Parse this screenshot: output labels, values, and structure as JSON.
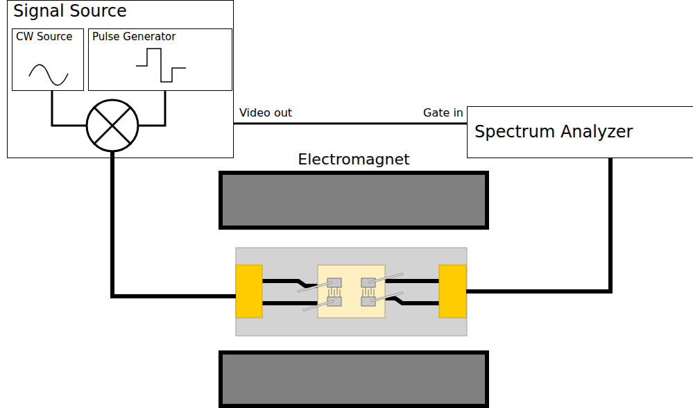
{
  "diagram": {
    "nodes": [
      {
        "text": [
          "Signal Source"
        ]
      },
      {
        "text": [
          "CW Source"
        ],
        "in": 0
      },
      {
        "text": [
          "Pulse Generator"
        ],
        "in": 0
      },
      {
        "text": [
          "Spectrum Analyzer"
        ]
      }
    ],
    "edges": [
      {
        "from": 0,
        "to": 3,
        "arrow": "none"
      }
    ],
    "labels": [
      "Video out",
      "Gate in",
      "Electromagnet"
    ]
  }
}
